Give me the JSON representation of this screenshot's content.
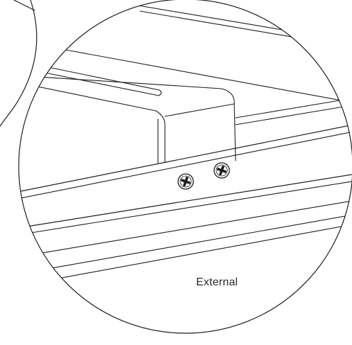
{
  "diagram": {
    "label": "External",
    "line_color": "#1a1a1a",
    "background_color": "#ffffff",
    "screws": [
      {
        "name": "screw-left",
        "icon": "phillips-screw-icon"
      },
      {
        "name": "screw-right",
        "icon": "phillips-screw-icon"
      }
    ]
  }
}
